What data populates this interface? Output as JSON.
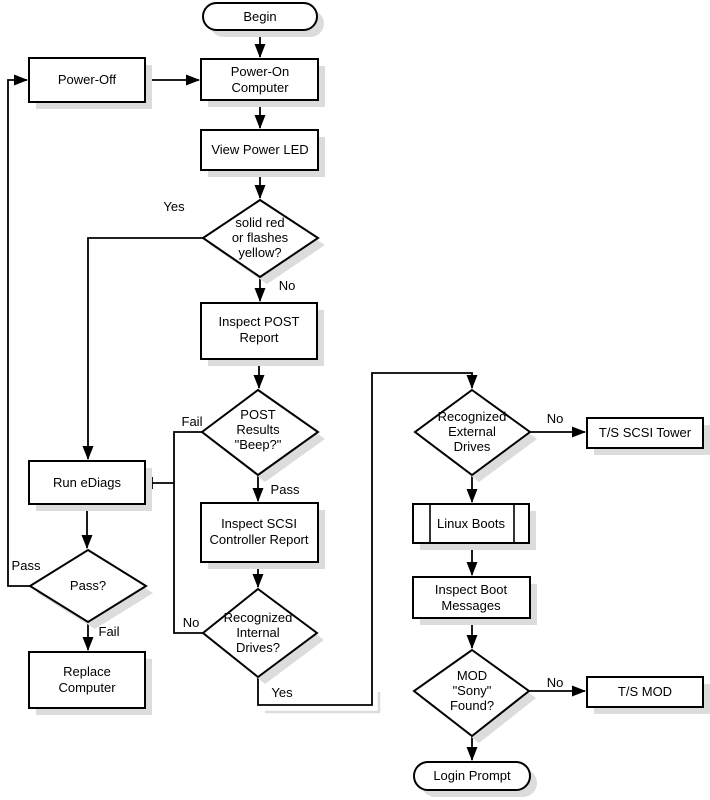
{
  "nodes": {
    "begin": {
      "label": "Begin"
    },
    "power_off": {
      "label": "Power-Off"
    },
    "power_on": {
      "line1": "Power-On",
      "line2": "Computer"
    },
    "view_power_led": {
      "label": "View Power LED"
    },
    "led_decision": {
      "line1": "solid red",
      "line2": "or flashes",
      "line3": "yellow?"
    },
    "inspect_post": {
      "line1": "Inspect POST",
      "line2": "Report"
    },
    "post_decision": {
      "line1": "POST",
      "line2": "Results",
      "line3": "\"Beep?\""
    },
    "run_ediags": {
      "label": "Run eDiags"
    },
    "inspect_scsi": {
      "line1": "Inspect SCSI",
      "line2": "Controller Report"
    },
    "internal_decision": {
      "line1": "Recognized",
      "line2": "Internal",
      "line3": "Drives?"
    },
    "pass_decision": {
      "label": "Pass?"
    },
    "replace_computer": {
      "line1": "Replace",
      "line2": "Computer"
    },
    "external_decision": {
      "line1": "Recognized",
      "line2": "External",
      "line3": "Drives"
    },
    "ts_scsi_tower": {
      "label": "T/S SCSI Tower"
    },
    "linux_boots": {
      "label": "Linux Boots"
    },
    "inspect_boot": {
      "line1": "Inspect Boot",
      "line2": "Messages"
    },
    "mod_decision": {
      "line1": "MOD",
      "line2": "\"Sony\"",
      "line3": "Found?"
    },
    "ts_mod": {
      "label": "T/S MOD"
    },
    "login_prompt": {
      "label": "Login Prompt"
    }
  },
  "edge_labels": {
    "led_yes": "Yes",
    "led_no": "No",
    "post_fail": "Fail",
    "post_pass": "Pass",
    "internal_no": "No",
    "internal_yes": "Yes",
    "ediag_pass": "Pass",
    "ediag_fail": "Fail",
    "external_no": "No",
    "mod_no": "No"
  },
  "colors": {
    "stroke": "#000000",
    "fill": "#ffffff",
    "shadow": "#dcdcdc"
  }
}
